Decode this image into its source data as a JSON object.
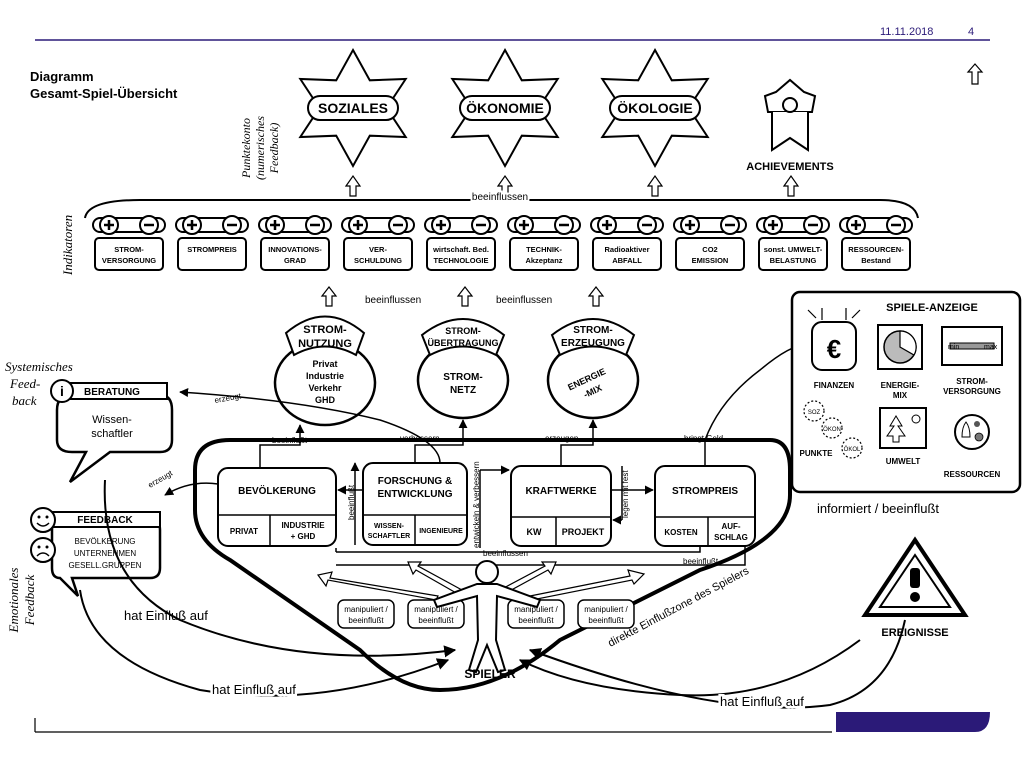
{
  "slide": {
    "date": "11.11.2018",
    "page_number": "4",
    "title_line1": "Diagramm",
    "title_line2": "Gesamt-Spiel-Übersicht",
    "colors": {
      "accent": "#2b1a78",
      "ink": "#000000"
    }
  },
  "labels": {
    "punktekonto": [
      "Punktekonto",
      "(numerisches",
      "Feedback)"
    ],
    "indikatoren": "Indikatoren",
    "systemisches": [
      "Systemisches",
      "Feed-",
      "back"
    ],
    "emotionales": [
      "Emotionales",
      "Feedback"
    ],
    "beeinflussen": "beeinflussen",
    "beeinflussen_left": "beeinflussen",
    "beeinflussen_right": "beeinflussen"
  },
  "stars": [
    "SOZIALES",
    "ÖKONOMIE",
    "ÖKOLOGIE"
  ],
  "achievements": "ACHIEVEMENTS",
  "indicators": [
    [
      "STROM-",
      "VERSORGUNG"
    ],
    [
      "STROMPREIS",
      ""
    ],
    [
      "INNOVATIONS-",
      "GRAD"
    ],
    [
      "VER-",
      "SCHULDUNG"
    ],
    [
      "wirtschaft. Bed.",
      "TECHNOLOGIE"
    ],
    [
      "TECHNIK-",
      "Akzeptanz"
    ],
    [
      "Radioaktiver",
      "ABFALL"
    ],
    [
      "CO2",
      "EMISSION"
    ],
    [
      "sonst. UMWELT-",
      "BELASTUNG"
    ],
    [
      "RESSOURCEN-",
      "Bestand"
    ]
  ],
  "ovals": {
    "nutzung": {
      "badge": [
        "STROM-",
        "NUTZUNG"
      ],
      "text": [
        "Privat",
        "Industrie",
        "Verkehr",
        "GHD"
      ]
    },
    "uebertragung": {
      "badge": [
        "STROM-",
        "ÜBERTRAGUNG"
      ],
      "text": [
        "STROM-",
        "NETZ"
      ]
    },
    "erzeugung": {
      "badge": [
        "STROM-",
        "ERZEUGUNG"
      ],
      "text": [
        "ENERGIE",
        "-MIX"
      ]
    }
  },
  "beratung": {
    "title": "BERATUNG",
    "text": [
      "Wissen-",
      "schaftler"
    ]
  },
  "feedback": {
    "title": "FEEDBACK",
    "text": [
      "BEVÖLKERUNG",
      "UNTERNEHMEN",
      "GESELL.GRUPPEN"
    ]
  },
  "core": {
    "bevoelkerung": {
      "title": "BEVÖLKERUNG",
      "cells": [
        "PRIVAT",
        "INDUSTRIE",
        "+ GHD"
      ]
    },
    "forschung": {
      "title": [
        "FORSCHUNG &",
        "ENTWICKLUNG"
      ],
      "cells": [
        "WISSEN-",
        "SCHAFTLER",
        "INGENIEURE"
      ]
    },
    "kraftwerke": {
      "title": "KRAFTWERKE",
      "cells": [
        "KW",
        "PROJEKT"
      ]
    },
    "strompreis": {
      "title": "STROMPREIS",
      "cells": [
        "KOSTEN",
        "AUF-",
        "SCHLAG"
      ]
    }
  },
  "arrows": {
    "beeinflusst_top": "beeinflußt",
    "verbessern": "verbessern",
    "erzeugen": "erzeugen",
    "bringt_geld": "bringt Geld",
    "erzeugt_1": "erzeugt",
    "erzeugt_2": "erzeugt",
    "beeinflusst_v": "beeinflußt",
    "entwickeln": "entwickeln & verbessern",
    "legen_fest": "legen mit fest",
    "beeinflussen_inner": "beeinflussen",
    "beeinflusst_low": "beeinflußt"
  },
  "manipuliert": [
    [
      "manipuliert /",
      "beeinflußt"
    ],
    [
      "manipuliert /",
      "beeinflußt"
    ],
    [
      "manipuliert /",
      "beeinflußt"
    ],
    [
      "manipuliert /",
      "beeinflußt"
    ]
  ],
  "spieler": "SPIELER",
  "einflusszone": "direkte Einflußzone des Spielers",
  "einfluss": {
    "a": "hat Einfluß auf",
    "b": "hat Einfluß auf",
    "c": "hat Einfluß auf"
  },
  "spiele_anzeige": {
    "title": "SPIELE-ANZEIGE",
    "items": [
      [
        "FINANZEN"
      ],
      [
        "ENERGIE-",
        "MIX"
      ],
      [
        "STROM-",
        "VERSORGUNG"
      ],
      [
        "PUNKTE"
      ],
      [
        "UMWELT"
      ],
      [
        "RESSOURCEN"
      ]
    ],
    "min": "min",
    "max": "max",
    "stamps": [
      "SOZ",
      "ÖKON",
      "ÖKOL"
    ]
  },
  "informiert": "informiert / beeinflußt",
  "ereignisse": "EREIGNISSE"
}
